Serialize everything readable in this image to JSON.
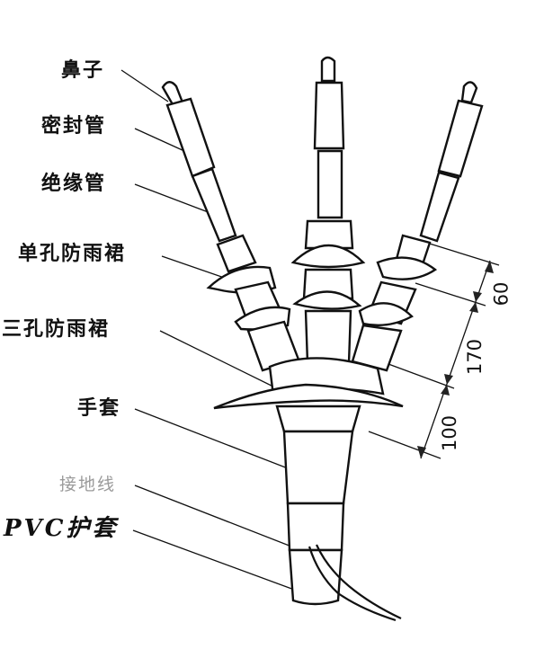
{
  "labels": {
    "nose": "鼻子",
    "seal_tube": "密封管",
    "insulation_tube": "绝缘管",
    "single_hole_rain_skirt": "单孔防雨裙",
    "triple_hole_rain_skirt": "三孔防雨裙",
    "glove": "手套",
    "ground_wire": "接地线",
    "pvc_sheath": "PVC护套"
  },
  "dimensions": {
    "upper": "60",
    "middle": "170",
    "lower": "100"
  }
}
